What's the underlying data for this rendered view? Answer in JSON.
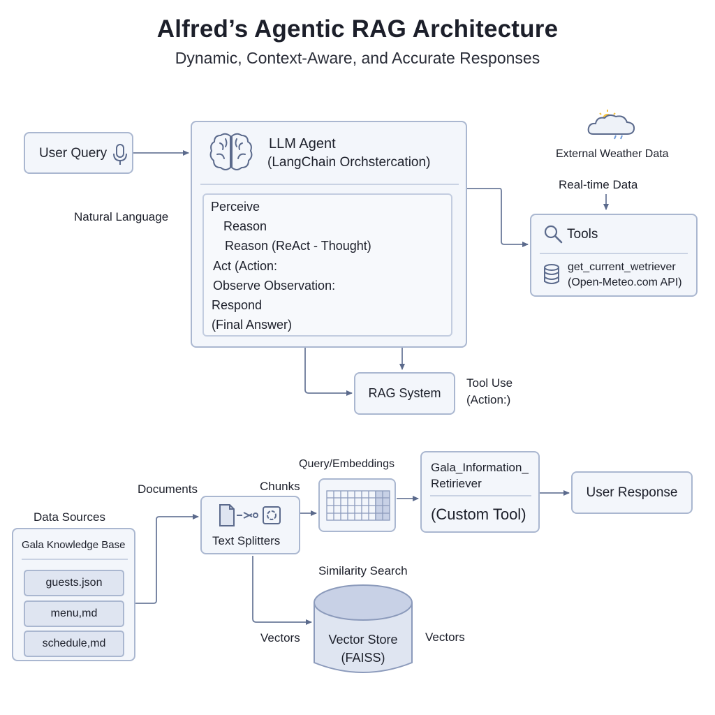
{
  "header": {
    "title": "Alfred’s Agentic RAG Architecture",
    "subtitle": "Dynamic, Context-Aware, and Accurate Responses"
  },
  "user_query": {
    "label": "User Query",
    "icon": "microphone-icon"
  },
  "natural_language": "Natural Language",
  "llm_agent": {
    "title": "LLM Agent",
    "subtitle": "(LangChain Orchstercation)",
    "icon": "brain-icon",
    "steps": [
      "Perceive",
      "Reason",
      "Reason (ReAct - Thought)",
      "Act (Action:",
      "Observe  Observation:",
      "Respond",
      "(Final Answer)"
    ]
  },
  "weather": {
    "label": "External Weather Data",
    "realtime": "Real-time Data",
    "icon": "cloud-sun-rain-icon"
  },
  "tools": {
    "title": "Tools",
    "item_name": "get_current_wetriever",
    "item_api": "(Open-Meteo.com API)",
    "search_icon": "search-icon",
    "db_icon": "database-icon"
  },
  "rag_system": {
    "label": "RAG System",
    "tool_use": "Tool Use",
    "action": "(Action:)"
  },
  "data_sources": {
    "title": "Data Sources",
    "kb_title": "Gala Knowledge Base",
    "files": [
      "guests.json",
      "menu,md",
      "schedule,md"
    ]
  },
  "documents": "Documents",
  "chunks": "Chunks",
  "text_splitters": {
    "label": "Text Splitters",
    "icon": "document-scissors-icon"
  },
  "query_embeddings": "Query/Embeddings",
  "embedding_grid_icon": "embedding-grid-icon",
  "gala_tool": {
    "line1": "Gala_Information_",
    "line2": "Retiriever",
    "custom": "(Custom Tool)"
  },
  "user_response": "User Response",
  "similarity_search": "Similarity Search",
  "vector_store": {
    "line1": "Vector Store",
    "line2": "(FAISS)",
    "vectors_left": "Vectors",
    "vectors_right": "Vectors"
  }
}
